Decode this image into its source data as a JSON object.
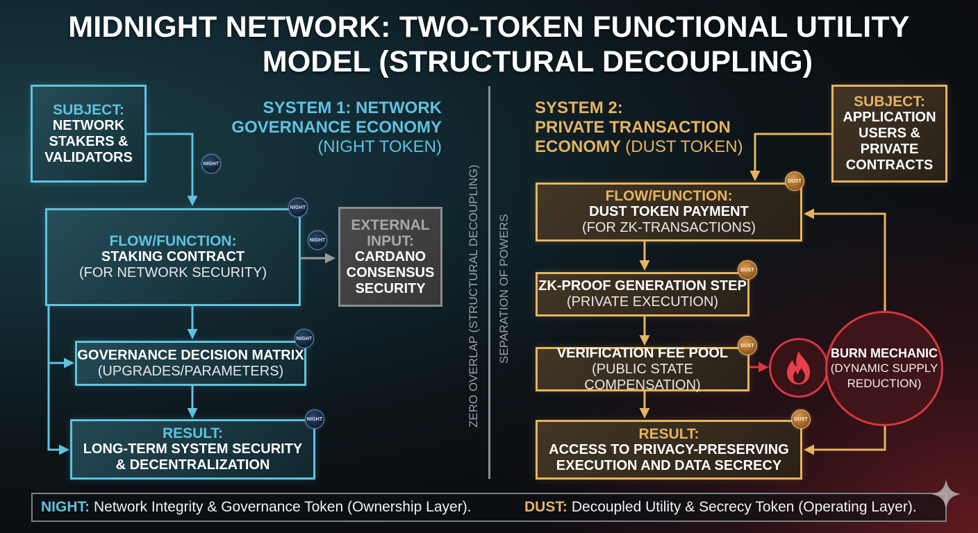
{
  "title": {
    "line1": "MIDNIGHT NETWORK: TWO-TOKEN FUNCTIONAL UTILITY",
    "line2": "MODEL (STRUCTURAL DECOUPLING)"
  },
  "colors": {
    "night_accent": "#5fc3df",
    "dust_accent": "#e6b461",
    "burn_accent": "#d9363e",
    "external_grey": "#8c8c8c"
  },
  "system1": {
    "heading_line1": "SYSTEM 1: NETWORK",
    "heading_line2": "GOVERNANCE ECONOMY",
    "heading_line3": "(NIGHT TOKEN)",
    "token_badge": "NIGHT",
    "subject": {
      "label": "SUBJECT:",
      "text_line1": "NETWORK",
      "text_line2": "STAKERS &",
      "text_line3": "VALIDATORS"
    },
    "flow": {
      "label": "FLOW/FUNCTION:",
      "text": "STAKING CONTRACT",
      "sub": "(FOR NETWORK SECURITY)"
    },
    "external": {
      "label_line1": "EXTERNAL",
      "label_line2": "INPUT:",
      "text_line1": "CARDANO",
      "text_line2": "CONSENSUS",
      "text_line3": "SECURITY"
    },
    "governance": {
      "text": "GOVERNANCE DECISION MATRIX",
      "sub": "(UPGRADES/PARAMETERS)"
    },
    "result": {
      "label": "RESULT:",
      "text_line1": "LONG-TERM SYSTEM SECURITY",
      "text_line2": "& DECENTRALIZATION"
    }
  },
  "divider": {
    "label_outer": "ZERO OVERLAP (STRUCTURAL DECOUPLING)",
    "label_inner": "SEPARATION OF POWERS"
  },
  "system2": {
    "heading_line1": "SYSTEM 2:",
    "heading_line2": "PRIVATE TRANSACTION",
    "heading_line3_bold": "ECONOMY",
    "heading_line3_normal": "(DUST TOKEN)",
    "token_badge": "DUST",
    "subject": {
      "label": "SUBJECT:",
      "text_line1": "APPLICATION",
      "text_line2": "USERS &",
      "text_line3": "PRIVATE",
      "text_line4": "CONTRACTS"
    },
    "flow": {
      "label": "FLOW/FUNCTION:",
      "text": "DUST TOKEN PAYMENT",
      "sub": "(FOR ZK-TRANSACTIONS)"
    },
    "zkproof": {
      "text": "ZK-PROOF GENERATION STEP",
      "sub": "(PRIVATE EXECUTION)"
    },
    "verification": {
      "text": "VERIFICATION FEE POOL",
      "sub": "(PUBLIC STATE COMPENSATION)"
    },
    "result": {
      "label": "RESULT:",
      "text_line1": "ACCESS TO PRIVACY-PRESERVING",
      "text_line2": "EXECUTION AND DATA SECRECY"
    },
    "burn": {
      "icon": "fire-icon",
      "title": "BURN MECHANIC",
      "sub_line1": "(DYNAMIC SUPPLY",
      "sub_line2": "REDUCTION)"
    }
  },
  "legend": {
    "night_key": "NIGHT:",
    "night_text": "Network Integrity & Governance Token (Ownership Layer).",
    "dust_key": "DUST:",
    "dust_text": "Decoupled Utility & Secrecy Token (Operating Layer)."
  }
}
